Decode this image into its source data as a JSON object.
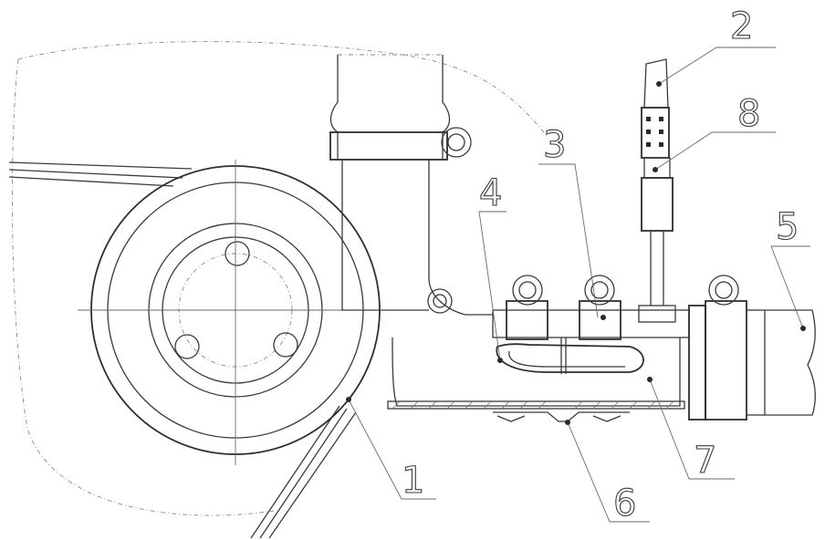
{
  "callouts": [
    {
      "id": "1",
      "text": "1"
    },
    {
      "id": "2",
      "text": "2"
    },
    {
      "id": "3",
      "text": "3"
    },
    {
      "id": "4",
      "text": "4"
    },
    {
      "id": "5",
      "text": "5"
    },
    {
      "id": "6",
      "text": "6"
    },
    {
      "id": "7",
      "text": "7"
    },
    {
      "id": "8",
      "text": "8"
    }
  ],
  "colors": {
    "line": "#3a3a3a",
    "background": "#ffffff"
  }
}
